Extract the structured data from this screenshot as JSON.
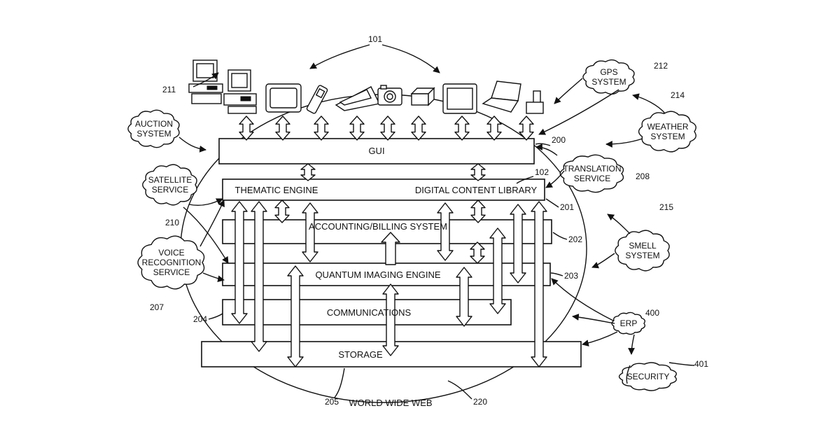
{
  "diagram": {
    "refs": {
      "devices": "101",
      "gui": "200",
      "thematic": "201",
      "content_library": "102",
      "accounting": "202",
      "quantum": "203",
      "communications": "204",
      "storage": "205",
      "web": "220",
      "auction": "211",
      "satellite": "210",
      "voice": "207",
      "gps": "212",
      "weather": "214",
      "translation": "208",
      "smell": "215",
      "erp": "400",
      "security": "401"
    },
    "boxes": {
      "gui": "GUI",
      "thematic_engine": "THEMATIC ENGINE",
      "content_library": "DIGITAL CONTENT LIBRARY",
      "accounting": "ACCOUNTING/BILLING SYSTEM",
      "quantum": "QUANTUM IMAGING ENGINE",
      "communications": "COMMUNICATIONS",
      "storage": "STORAGE",
      "web": "WORLD WIDE WEB"
    },
    "clouds": {
      "auction": [
        "AUCTION",
        "SYSTEM"
      ],
      "satellite": [
        "SATELLITE",
        "SERVICE"
      ],
      "voice": [
        "VOICE",
        "RECOGNITION",
        "SERVICE"
      ],
      "gps": [
        "GPS",
        "SYSTEM"
      ],
      "weather": [
        "WEATHER",
        "SYSTEM"
      ],
      "translation": [
        "TRANSLATION",
        "SERVICE"
      ],
      "smell": [
        "SMELL",
        "SYSTEM"
      ],
      "erp": [
        "ERP"
      ],
      "security": [
        "SECURITY"
      ]
    }
  }
}
